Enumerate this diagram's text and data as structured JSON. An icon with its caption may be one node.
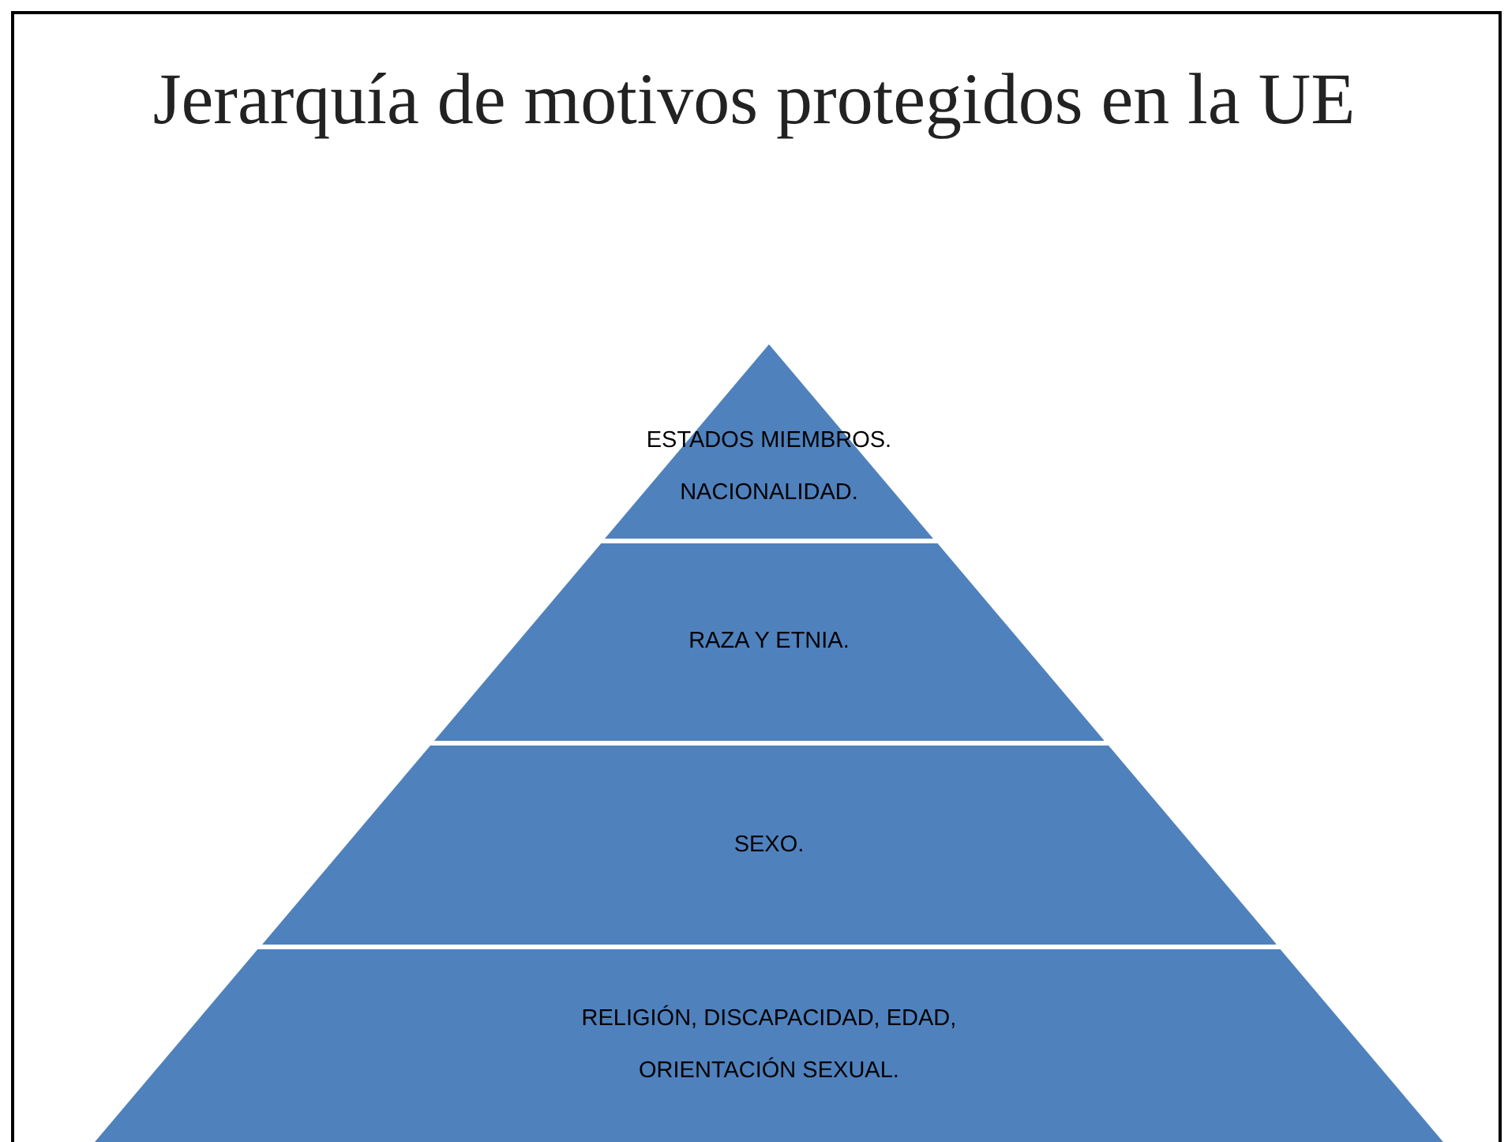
{
  "diagram": {
    "title": "Jerarquía de motivos protegidos en la UE",
    "nodes": [
      {
        "text": [
          "ESTADOS MIEMBROS. NACIONALIDAD."
        ]
      },
      {
        "text": [
          "RAZA Y ETNIA."
        ]
      },
      {
        "text": [
          "SEXO."
        ]
      },
      {
        "text": [
          "RELIGIÓN, DISCAPACIDAD, EDAD, ORIENTACIÓN SEXUAL."
        ]
      }
    ]
  }
}
